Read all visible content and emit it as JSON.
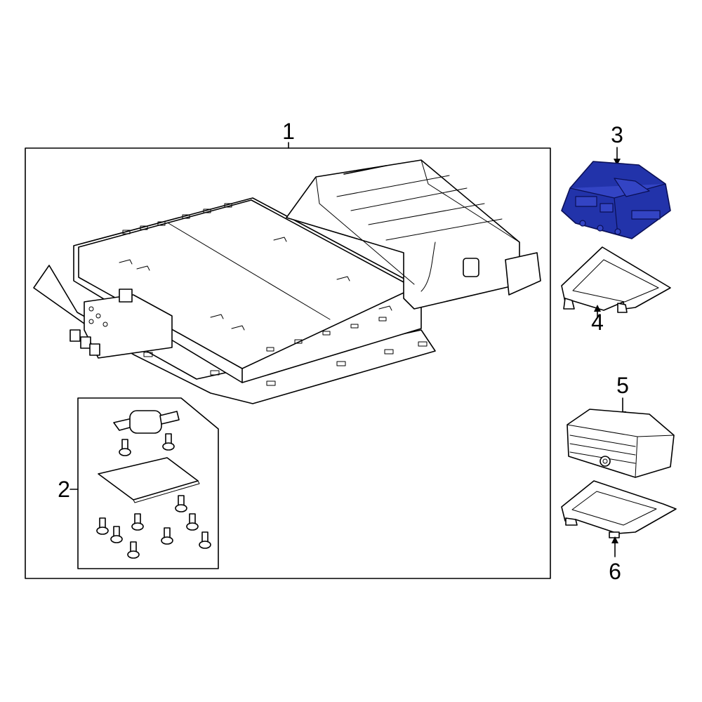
{
  "callouts": {
    "c1": "1",
    "c2": "2",
    "c3": "3",
    "c4": "4",
    "c5": "5",
    "c6": "6"
  },
  "colors": {
    "highlight": "#2233aa",
    "line": "#000000",
    "background": "#ffffff"
  }
}
